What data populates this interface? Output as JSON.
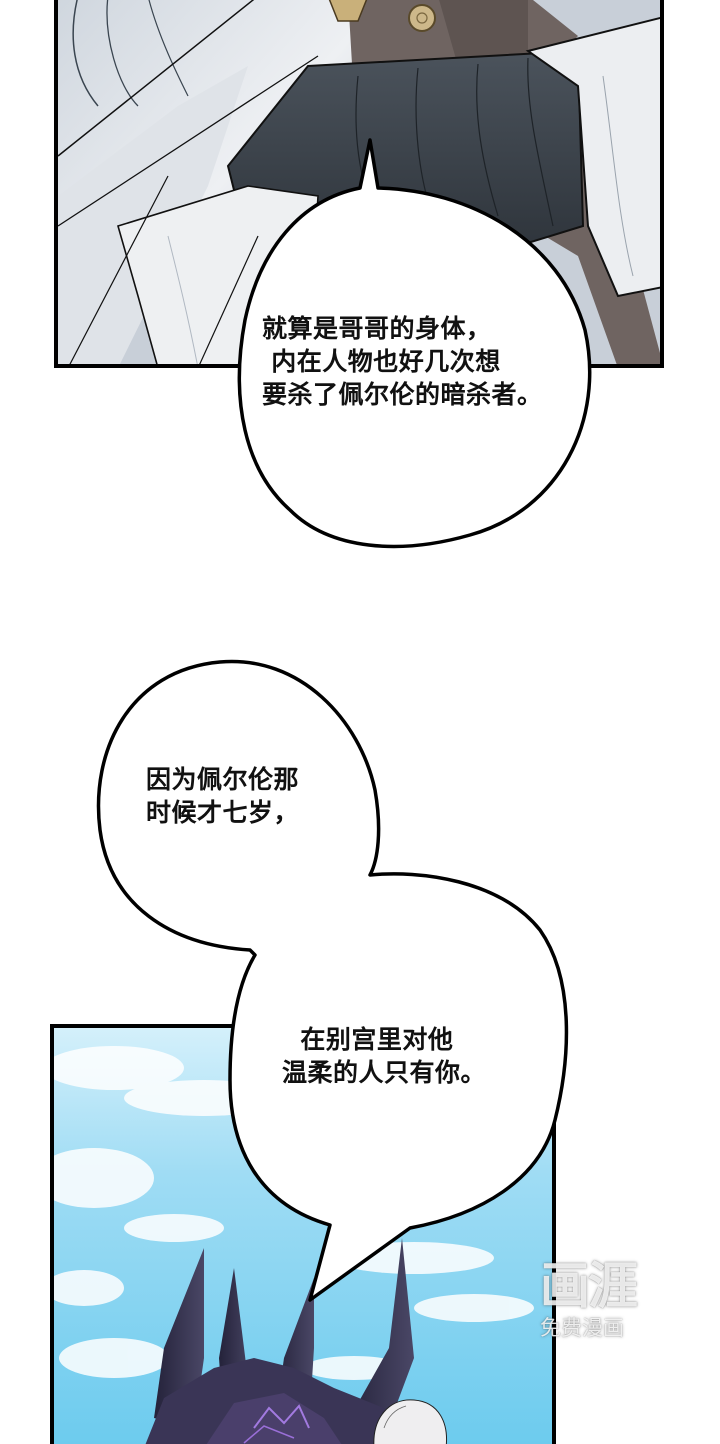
{
  "comic": {
    "panels": [
      {
        "id": "panel-1",
        "description": "Close-up of white-haired character in white coat with dark brown vest, gold button, dark wrapped wristband"
      },
      {
        "id": "panel-2",
        "description": "Blue sky with clouds, dark purple horned creature silhouette and white-haired character at bottom"
      }
    ],
    "speech_bubbles": [
      {
        "id": "bubble-1",
        "lines": [
          "就算是哥哥的身体，",
          " 内在人物也好几次想",
          "要杀了佩尔伦的暗杀者。"
        ],
        "text": "就算是哥哥的身体，\n 内在人物也好几次想\n要杀了佩尔伦的暗杀者。"
      },
      {
        "id": "bubble-2",
        "lines": [
          "因为佩尔伦那",
          "时候才七岁，"
        ],
        "text": "因为佩尔伦那\n时候才七岁，"
      },
      {
        "id": "bubble-3",
        "lines": [
          "在别宫里对他",
          "温柔的人只有你。"
        ],
        "text": "  在别宫里对他\n温柔的人只有你。"
      }
    ],
    "watermark": {
      "logo": "画涯",
      "subtitle": "免费漫画"
    }
  },
  "colors": {
    "sky": "#7dd3f0",
    "sky_light": "#cdeefa",
    "coat_white": "#eef0f2",
    "coat_shadow": "#b9c0c9",
    "vest_brown": "#6e6360",
    "wrap_dark": "#3d444c",
    "creature_dark": "#2f2d45",
    "creature_purple": "#4a3f6b",
    "glow_purple": "#9a6fd8",
    "button_gold": "#cdb88a"
  }
}
